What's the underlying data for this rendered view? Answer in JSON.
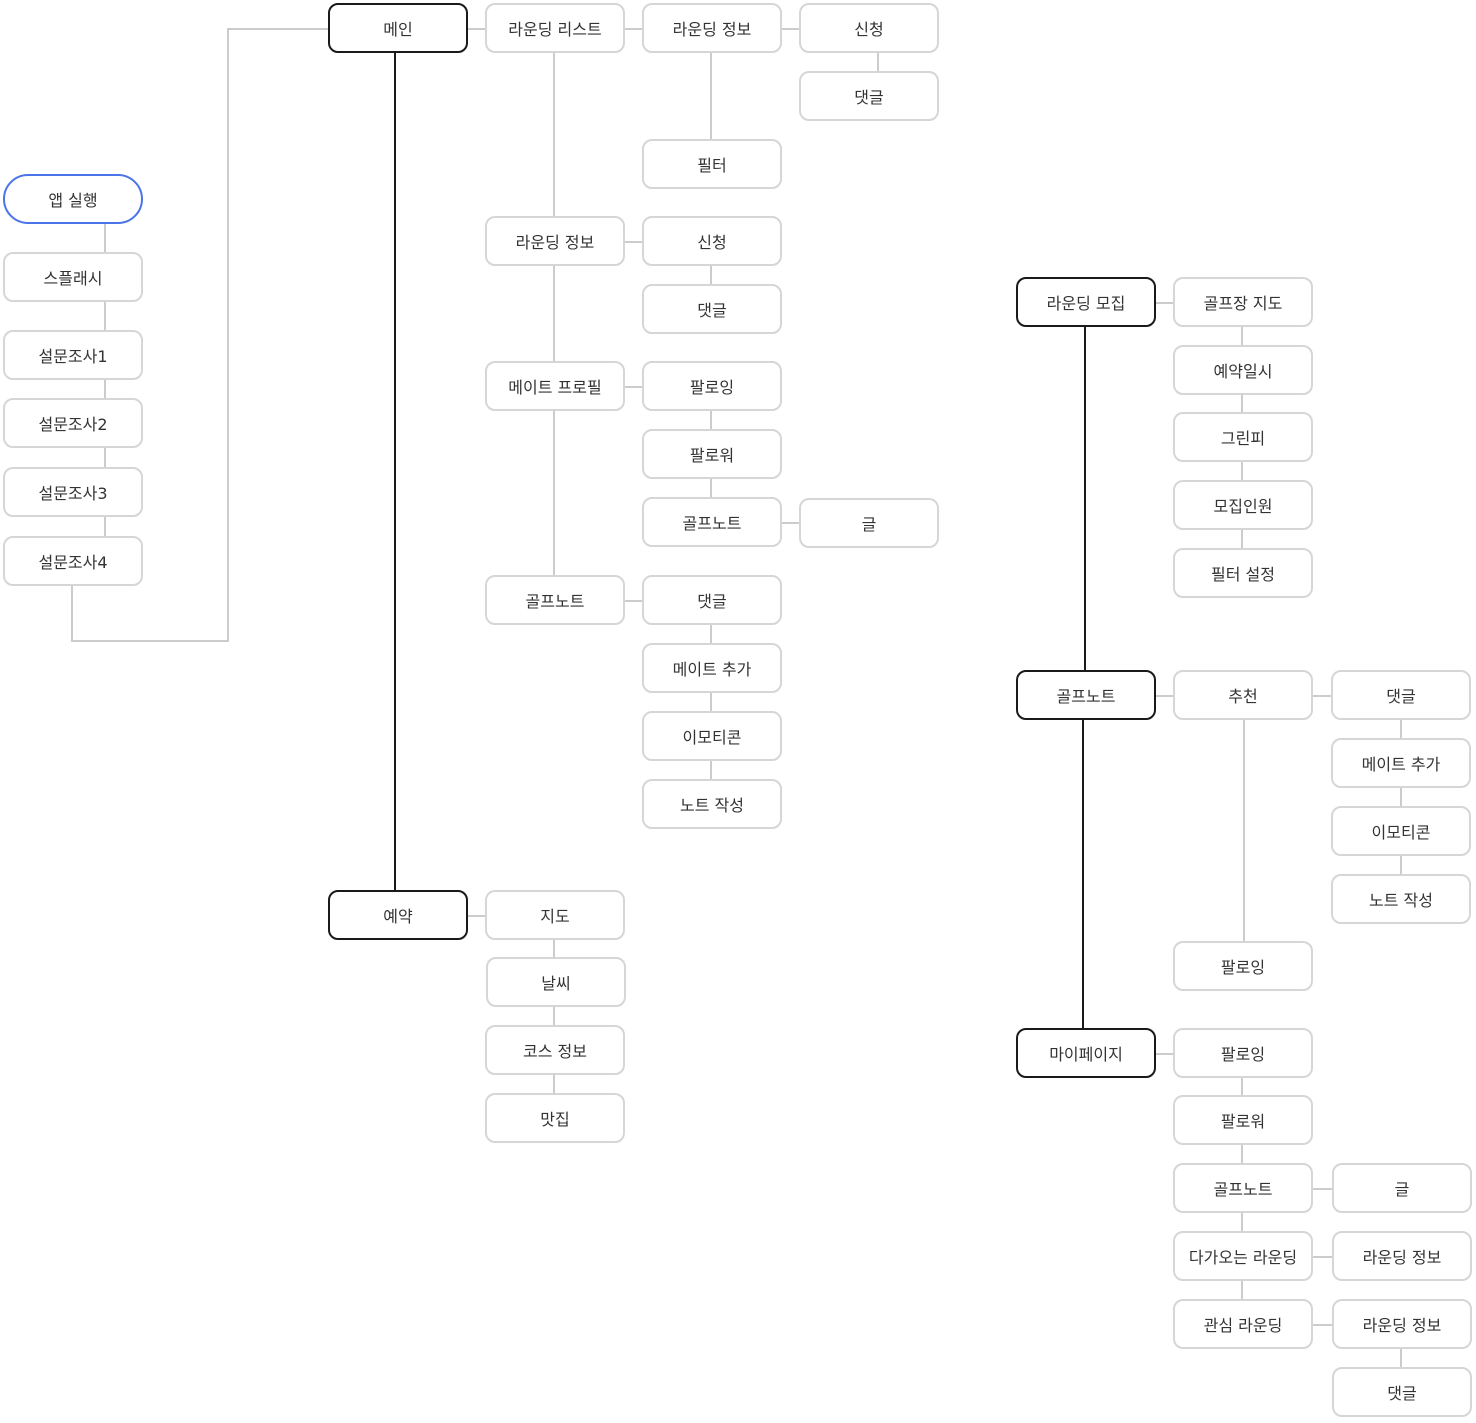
{
  "colors": {
    "node_border": "#d6d6d6",
    "main_border": "#1a1a1a",
    "start_border": "#4a74e8",
    "link": "#cccccc",
    "main_link": "#1a1a1a",
    "text": "#333333"
  },
  "nodes": [
    {
      "id": "app-start",
      "label": "앱 실행",
      "kind": "start"
    },
    {
      "id": "splash",
      "label": "스플래시"
    },
    {
      "id": "survey1",
      "label": "설문조사1"
    },
    {
      "id": "survey2",
      "label": "설문조사2"
    },
    {
      "id": "survey3",
      "label": "설문조사3"
    },
    {
      "id": "survey4",
      "label": "설문조사4"
    },
    {
      "id": "main",
      "label": "메인",
      "kind": "main"
    },
    {
      "id": "rounding-list",
      "label": "라운딩 리스트"
    },
    {
      "id": "rl-info",
      "label": "라운딩 정보"
    },
    {
      "id": "rl-apply",
      "label": "신청"
    },
    {
      "id": "rl-comment",
      "label": "댓글"
    },
    {
      "id": "rl-filter",
      "label": "필터"
    },
    {
      "id": "rounding-info",
      "label": "라운딩 정보"
    },
    {
      "id": "ri-apply",
      "label": "신청"
    },
    {
      "id": "ri-comment",
      "label": "댓글"
    },
    {
      "id": "mate-profile",
      "label": "메이트 프로필"
    },
    {
      "id": "mp-following",
      "label": "팔로잉"
    },
    {
      "id": "mp-follower",
      "label": "팔로워"
    },
    {
      "id": "mp-golfnote",
      "label": "골프노트"
    },
    {
      "id": "mp-post",
      "label": "글"
    },
    {
      "id": "golfnote",
      "label": "골프노트"
    },
    {
      "id": "gn-comment",
      "label": "댓글"
    },
    {
      "id": "gn-add-mate",
      "label": "메이트 추가"
    },
    {
      "id": "gn-emoticon",
      "label": "이모티콘"
    },
    {
      "id": "gn-write",
      "label": "노트 작성"
    },
    {
      "id": "booking",
      "label": "예약",
      "kind": "main"
    },
    {
      "id": "bk-map",
      "label": "지도"
    },
    {
      "id": "bk-weather",
      "label": "날씨"
    },
    {
      "id": "bk-course",
      "label": "코스 정보"
    },
    {
      "id": "bk-restaurant",
      "label": "맛집"
    },
    {
      "id": "recruit",
      "label": "라운딩 모집",
      "kind": "main"
    },
    {
      "id": "rc-map",
      "label": "골프장 지도"
    },
    {
      "id": "rc-date",
      "label": "예약일시"
    },
    {
      "id": "rc-green",
      "label": "그린피"
    },
    {
      "id": "rc-members",
      "label": "모집인원"
    },
    {
      "id": "rc-filter",
      "label": "필터 설정"
    },
    {
      "id": "golfnote2",
      "label": "골프노트",
      "kind": "main"
    },
    {
      "id": "g2-recommend",
      "label": "추천"
    },
    {
      "id": "g2-comment",
      "label": "댓글"
    },
    {
      "id": "g2-add-mate",
      "label": "메이트 추가"
    },
    {
      "id": "g2-emoticon",
      "label": "이모티콘"
    },
    {
      "id": "g2-write",
      "label": "노트 작성"
    },
    {
      "id": "g2-following",
      "label": "팔로잉"
    },
    {
      "id": "mypage",
      "label": "마이페이지",
      "kind": "main"
    },
    {
      "id": "my-following",
      "label": "팔로잉"
    },
    {
      "id": "my-follower",
      "label": "팔로워"
    },
    {
      "id": "my-golfnote",
      "label": "골프노트"
    },
    {
      "id": "my-post",
      "label": "글"
    },
    {
      "id": "my-upcoming",
      "label": "다가오는 라운딩"
    },
    {
      "id": "my-upcoming-info",
      "label": "라운딩 정보"
    },
    {
      "id": "my-interest",
      "label": "관심 라운딩"
    },
    {
      "id": "my-interest-info",
      "label": "라운딩 정보"
    },
    {
      "id": "my-interest-comment",
      "label": "댓글"
    }
  ]
}
